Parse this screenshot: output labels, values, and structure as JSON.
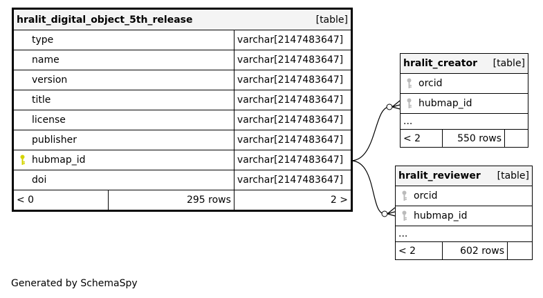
{
  "main_table": {
    "name": "hralit_digital_object_5th_release",
    "tag": "[table]",
    "columns": [
      {
        "name": "type",
        "type": "varchar[2147483647]",
        "key": false
      },
      {
        "name": "name",
        "type": "varchar[2147483647]",
        "key": false
      },
      {
        "name": "version",
        "type": "varchar[2147483647]",
        "key": false
      },
      {
        "name": "title",
        "type": "varchar[2147483647]",
        "key": false
      },
      {
        "name": "license",
        "type": "varchar[2147483647]",
        "key": false
      },
      {
        "name": "publisher",
        "type": "varchar[2147483647]",
        "key": false
      },
      {
        "name": "hubmap_id",
        "type": "varchar[2147483647]",
        "key": true
      },
      {
        "name": "doi",
        "type": "varchar[2147483647]",
        "key": false
      }
    ],
    "footer": {
      "parents": "< 0",
      "rows": "295 rows",
      "children": "2 >"
    }
  },
  "creator_table": {
    "name": "hralit_creator",
    "tag": "[table]",
    "columns": [
      {
        "name": "orcid"
      },
      {
        "name": "hubmap_id"
      }
    ],
    "ellipsis": "...",
    "footer": {
      "parents": "< 2",
      "rows": "550 rows"
    }
  },
  "reviewer_table": {
    "name": "hralit_reviewer",
    "tag": "[table]",
    "columns": [
      {
        "name": "orcid"
      },
      {
        "name": "hubmap_id"
      }
    ],
    "ellipsis": "...",
    "footer": {
      "parents": "< 2",
      "rows": "602 rows"
    }
  },
  "colors": {
    "primary_key": "#d4d400",
    "foreign_key": "#bbbbbb",
    "header_bg": "#f4f4f4"
  },
  "generated_by": "Generated by SchemaSpy"
}
